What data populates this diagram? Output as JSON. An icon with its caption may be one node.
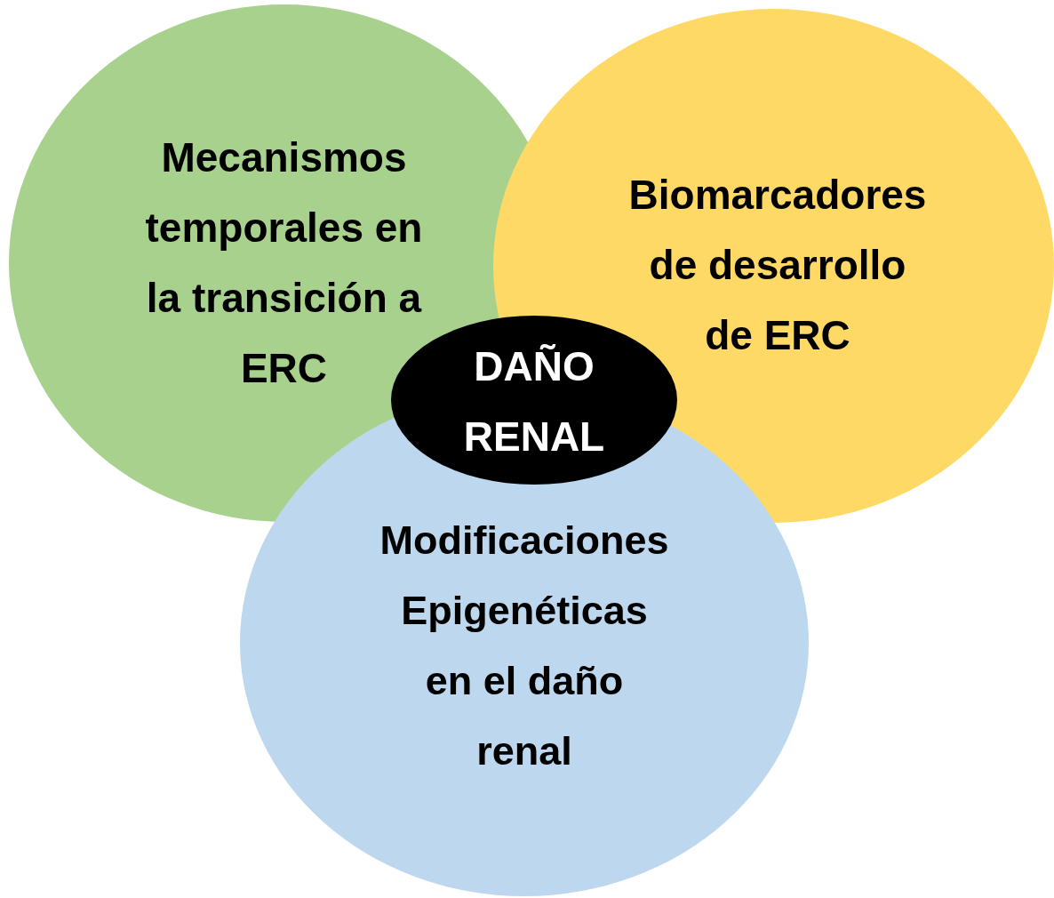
{
  "diagram": {
    "nodes": [
      {
        "text": [
          "Mecanismos temporales en la transición a ERC"
        ]
      },
      {
        "text": [
          "Biomarcadores de desarrollo de ERC"
        ]
      },
      {
        "text": [
          "Modificaciones Epigenéticas en el daño renal"
        ]
      },
      {
        "text": [
          "DAÑO RENAL"
        ]
      }
    ]
  }
}
